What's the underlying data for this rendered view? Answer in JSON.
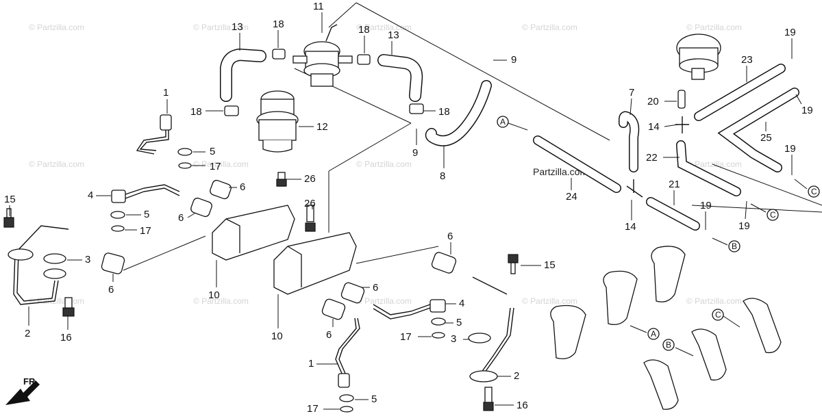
{
  "watermark": {
    "text": "© Partzilla.com",
    "center_text": "Partzilla.com"
  },
  "front_marker": "FR.",
  "callouts": [
    "1",
    "2",
    "3",
    "4",
    "5",
    "6",
    "7",
    "8",
    "9",
    "10",
    "11",
    "12",
    "13",
    "14",
    "15",
    "16",
    "17",
    "18",
    "19",
    "20",
    "21",
    "22",
    "23",
    "24",
    "25",
    "26"
  ],
  "connectors": [
    "A",
    "B",
    "C"
  ],
  "labels": [
    {
      "id": "l11",
      "text": "11"
    },
    {
      "id": "l13a",
      "text": "13"
    },
    {
      "id": "l18a",
      "text": "18"
    },
    {
      "id": "l18b",
      "text": "18"
    },
    {
      "id": "l13b",
      "text": "13"
    },
    {
      "id": "l9a",
      "text": "9"
    },
    {
      "id": "l1a",
      "text": "1"
    },
    {
      "id": "l18c",
      "text": "18"
    },
    {
      "id": "l12",
      "text": "12"
    },
    {
      "id": "l18d",
      "text": "18"
    },
    {
      "id": "l9b",
      "text": "9"
    },
    {
      "id": "l8",
      "text": "8"
    },
    {
      "id": "l5a",
      "text": "5"
    },
    {
      "id": "l17a",
      "text": "17"
    },
    {
      "id": "l26a",
      "text": "26"
    },
    {
      "id": "l6a",
      "text": "6"
    },
    {
      "id": "l4a",
      "text": "4"
    },
    {
      "id": "l5b",
      "text": "5"
    },
    {
      "id": "l6b",
      "text": "6"
    },
    {
      "id": "l15a",
      "text": "15"
    },
    {
      "id": "l17b",
      "text": "17"
    },
    {
      "id": "l26b",
      "text": "26"
    },
    {
      "id": "l3a",
      "text": "3"
    },
    {
      "id": "l6c",
      "text": "6"
    },
    {
      "id": "l10a",
      "text": "10"
    },
    {
      "id": "l2a",
      "text": "2"
    },
    {
      "id": "l16a",
      "text": "16"
    },
    {
      "id": "l6d",
      "text": "6"
    },
    {
      "id": "l6e",
      "text": "6"
    },
    {
      "id": "l15b",
      "text": "15"
    },
    {
      "id": "l4b",
      "text": "4"
    },
    {
      "id": "l10b",
      "text": "10"
    },
    {
      "id": "l6f",
      "text": "6"
    },
    {
      "id": "l5c",
      "text": "5"
    },
    {
      "id": "l17c",
      "text": "17"
    },
    {
      "id": "l3b",
      "text": "3"
    },
    {
      "id": "l1b",
      "text": "1"
    },
    {
      "id": "l2b",
      "text": "2"
    },
    {
      "id": "l5d",
      "text": "5"
    },
    {
      "id": "l17d",
      "text": "17"
    },
    {
      "id": "l16b",
      "text": "16"
    },
    {
      "id": "l7",
      "text": "7"
    },
    {
      "id": "l20",
      "text": "20"
    },
    {
      "id": "l14a",
      "text": "14"
    },
    {
      "id": "l22",
      "text": "22"
    },
    {
      "id": "l24",
      "text": "24"
    },
    {
      "id": "l14b",
      "text": "14"
    },
    {
      "id": "l21",
      "text": "21"
    },
    {
      "id": "l19a",
      "text": "19"
    },
    {
      "id": "l19b",
      "text": "19"
    },
    {
      "id": "l19c",
      "text": "19"
    },
    {
      "id": "l19d",
      "text": "19"
    },
    {
      "id": "l19e",
      "text": "19"
    },
    {
      "id": "l23",
      "text": "23"
    },
    {
      "id": "l25",
      "text": "25"
    }
  ],
  "connector_marks": [
    {
      "id": "cA1",
      "text": "A"
    },
    {
      "id": "cA2",
      "text": "A"
    },
    {
      "id": "cB1",
      "text": "B"
    },
    {
      "id": "cB2",
      "text": "B"
    },
    {
      "id": "cC1",
      "text": "C"
    },
    {
      "id": "cC2",
      "text": "C"
    },
    {
      "id": "cC3",
      "text": "C"
    }
  ]
}
